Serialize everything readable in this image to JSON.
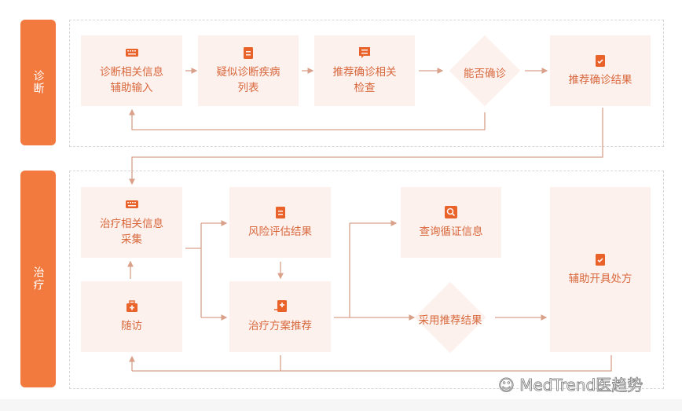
{
  "stages": {
    "diagnosis": "诊断",
    "treatment": "治疗"
  },
  "diagnosis_nodes": [
    {
      "label": "诊断相关信息\n辅助输入",
      "icon": "keyboard-icon"
    },
    {
      "label": "疑似诊断疾病\n列表",
      "icon": "clipboard-icon"
    },
    {
      "label": "推荐确诊相关\n检查",
      "icon": "message-icon"
    },
    {
      "label": "能否确诊",
      "icon": "decision-diamond"
    },
    {
      "label": "推荐确诊结果",
      "icon": "clipboard-check-icon"
    }
  ],
  "treatment_nodes": [
    {
      "label": "治疗相关信息\n采集",
      "icon": "keyboard-icon"
    },
    {
      "label": "随访",
      "icon": "medical-kit-icon"
    },
    {
      "label": "风险评估结果",
      "icon": "clipboard-icon"
    },
    {
      "label": "治疗方案推荐",
      "icon": "medical-hand-icon"
    },
    {
      "label": "查询循证信息",
      "icon": "search-icon"
    },
    {
      "label": "采用推荐结果",
      "icon": "decision-diamond"
    },
    {
      "label": "辅助开具处方",
      "icon": "clipboard-check-icon"
    }
  ],
  "watermark": "MedTrend医趋势",
  "colors": {
    "accent": "#f27a3f",
    "node_bg": "#fdf1ee",
    "text": "#d8683c",
    "line": "#d9a08a"
  }
}
